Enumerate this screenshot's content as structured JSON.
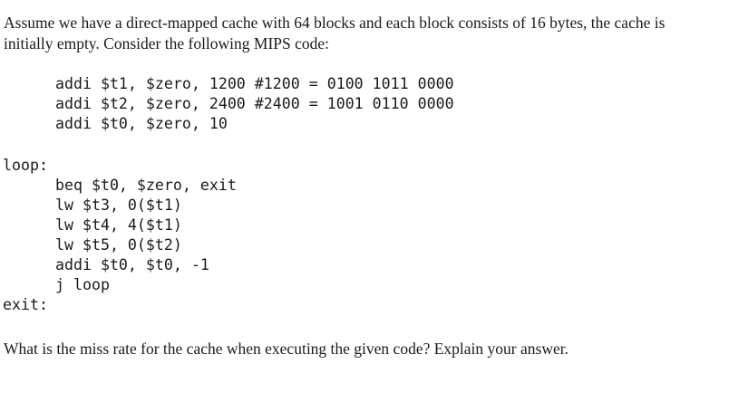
{
  "intro": {
    "line1": "Assume we have a direct-mapped cache with 64 blocks and each block consists of 16 bytes, the cache is",
    "line2": "initially empty. Consider the following MIPS code:"
  },
  "code": {
    "setup": [
      "addi $t1, $zero, 1200 #1200 = 0100 1011 0000",
      "addi $t2, $zero, 2400 #2400 = 1001 0110 0000",
      "addi $t0, $zero, 10"
    ],
    "loop_label": "loop:",
    "loop_body": [
      "beq $t0, $zero, exit",
      "lw $t3, 0($t1)",
      "lw $t4, 4($t1)",
      "lw $t5, 0($t2)",
      "addi $t0, $t0, -1",
      "j loop"
    ],
    "exit_label": "exit:"
  },
  "question": "What is the miss rate for the cache when executing the given code? Explain your answer."
}
